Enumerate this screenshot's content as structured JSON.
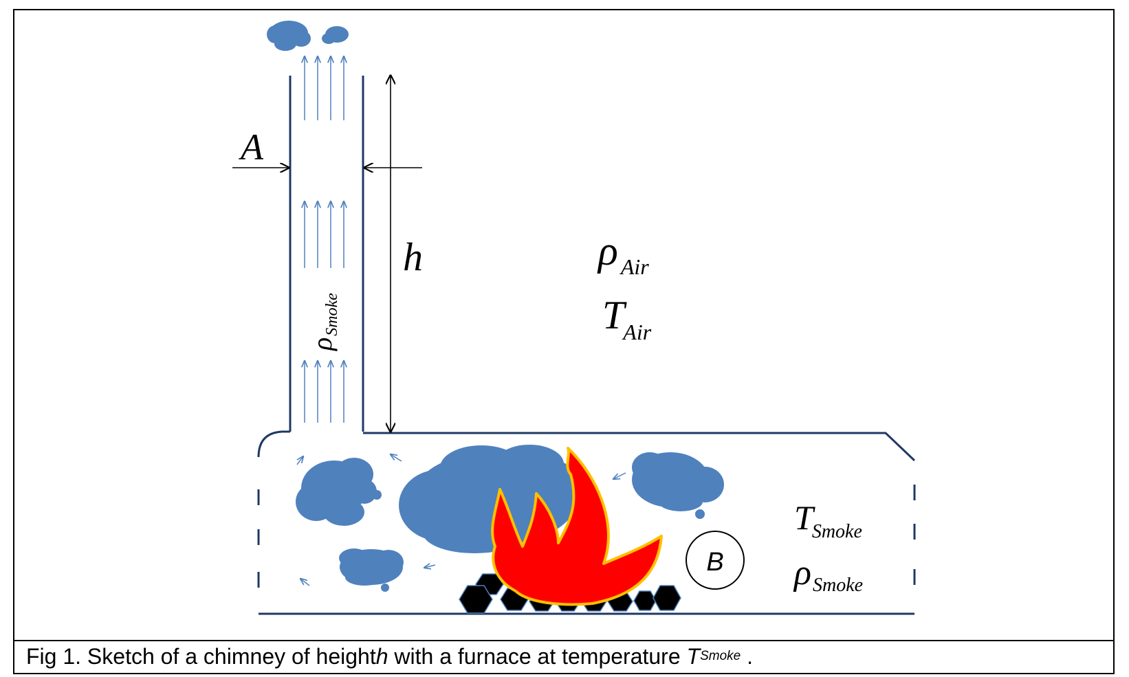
{
  "labels": {
    "area": "A",
    "height": "h",
    "rho_air_symbol": "ρ",
    "rho_air_sub": "Air",
    "t_air_symbol": "T",
    "t_air_sub": "Air",
    "rho_smoke_chimney_symbol": "ρ",
    "rho_smoke_chimney_sub": "Smoke",
    "t_smoke_symbol": "T",
    "t_smoke_sub": "Smoke",
    "rho_smoke_symbol": "ρ",
    "rho_smoke_sub": "Smoke",
    "blower": "B"
  },
  "caption": {
    "prefix": "Fig 1. Sketch of a chimney of height ",
    "h": "h",
    "middle": " with a furnace at temperature ",
    "t": "T",
    "t_sub": "Smoke",
    "suffix": " ."
  },
  "colors": {
    "line": "#1f3864",
    "smoke": "#4f81bd",
    "arrow": "#4f81bd",
    "flame_fill": "#ff0000",
    "flame_edge": "#ffc000",
    "coal": "#000000"
  }
}
